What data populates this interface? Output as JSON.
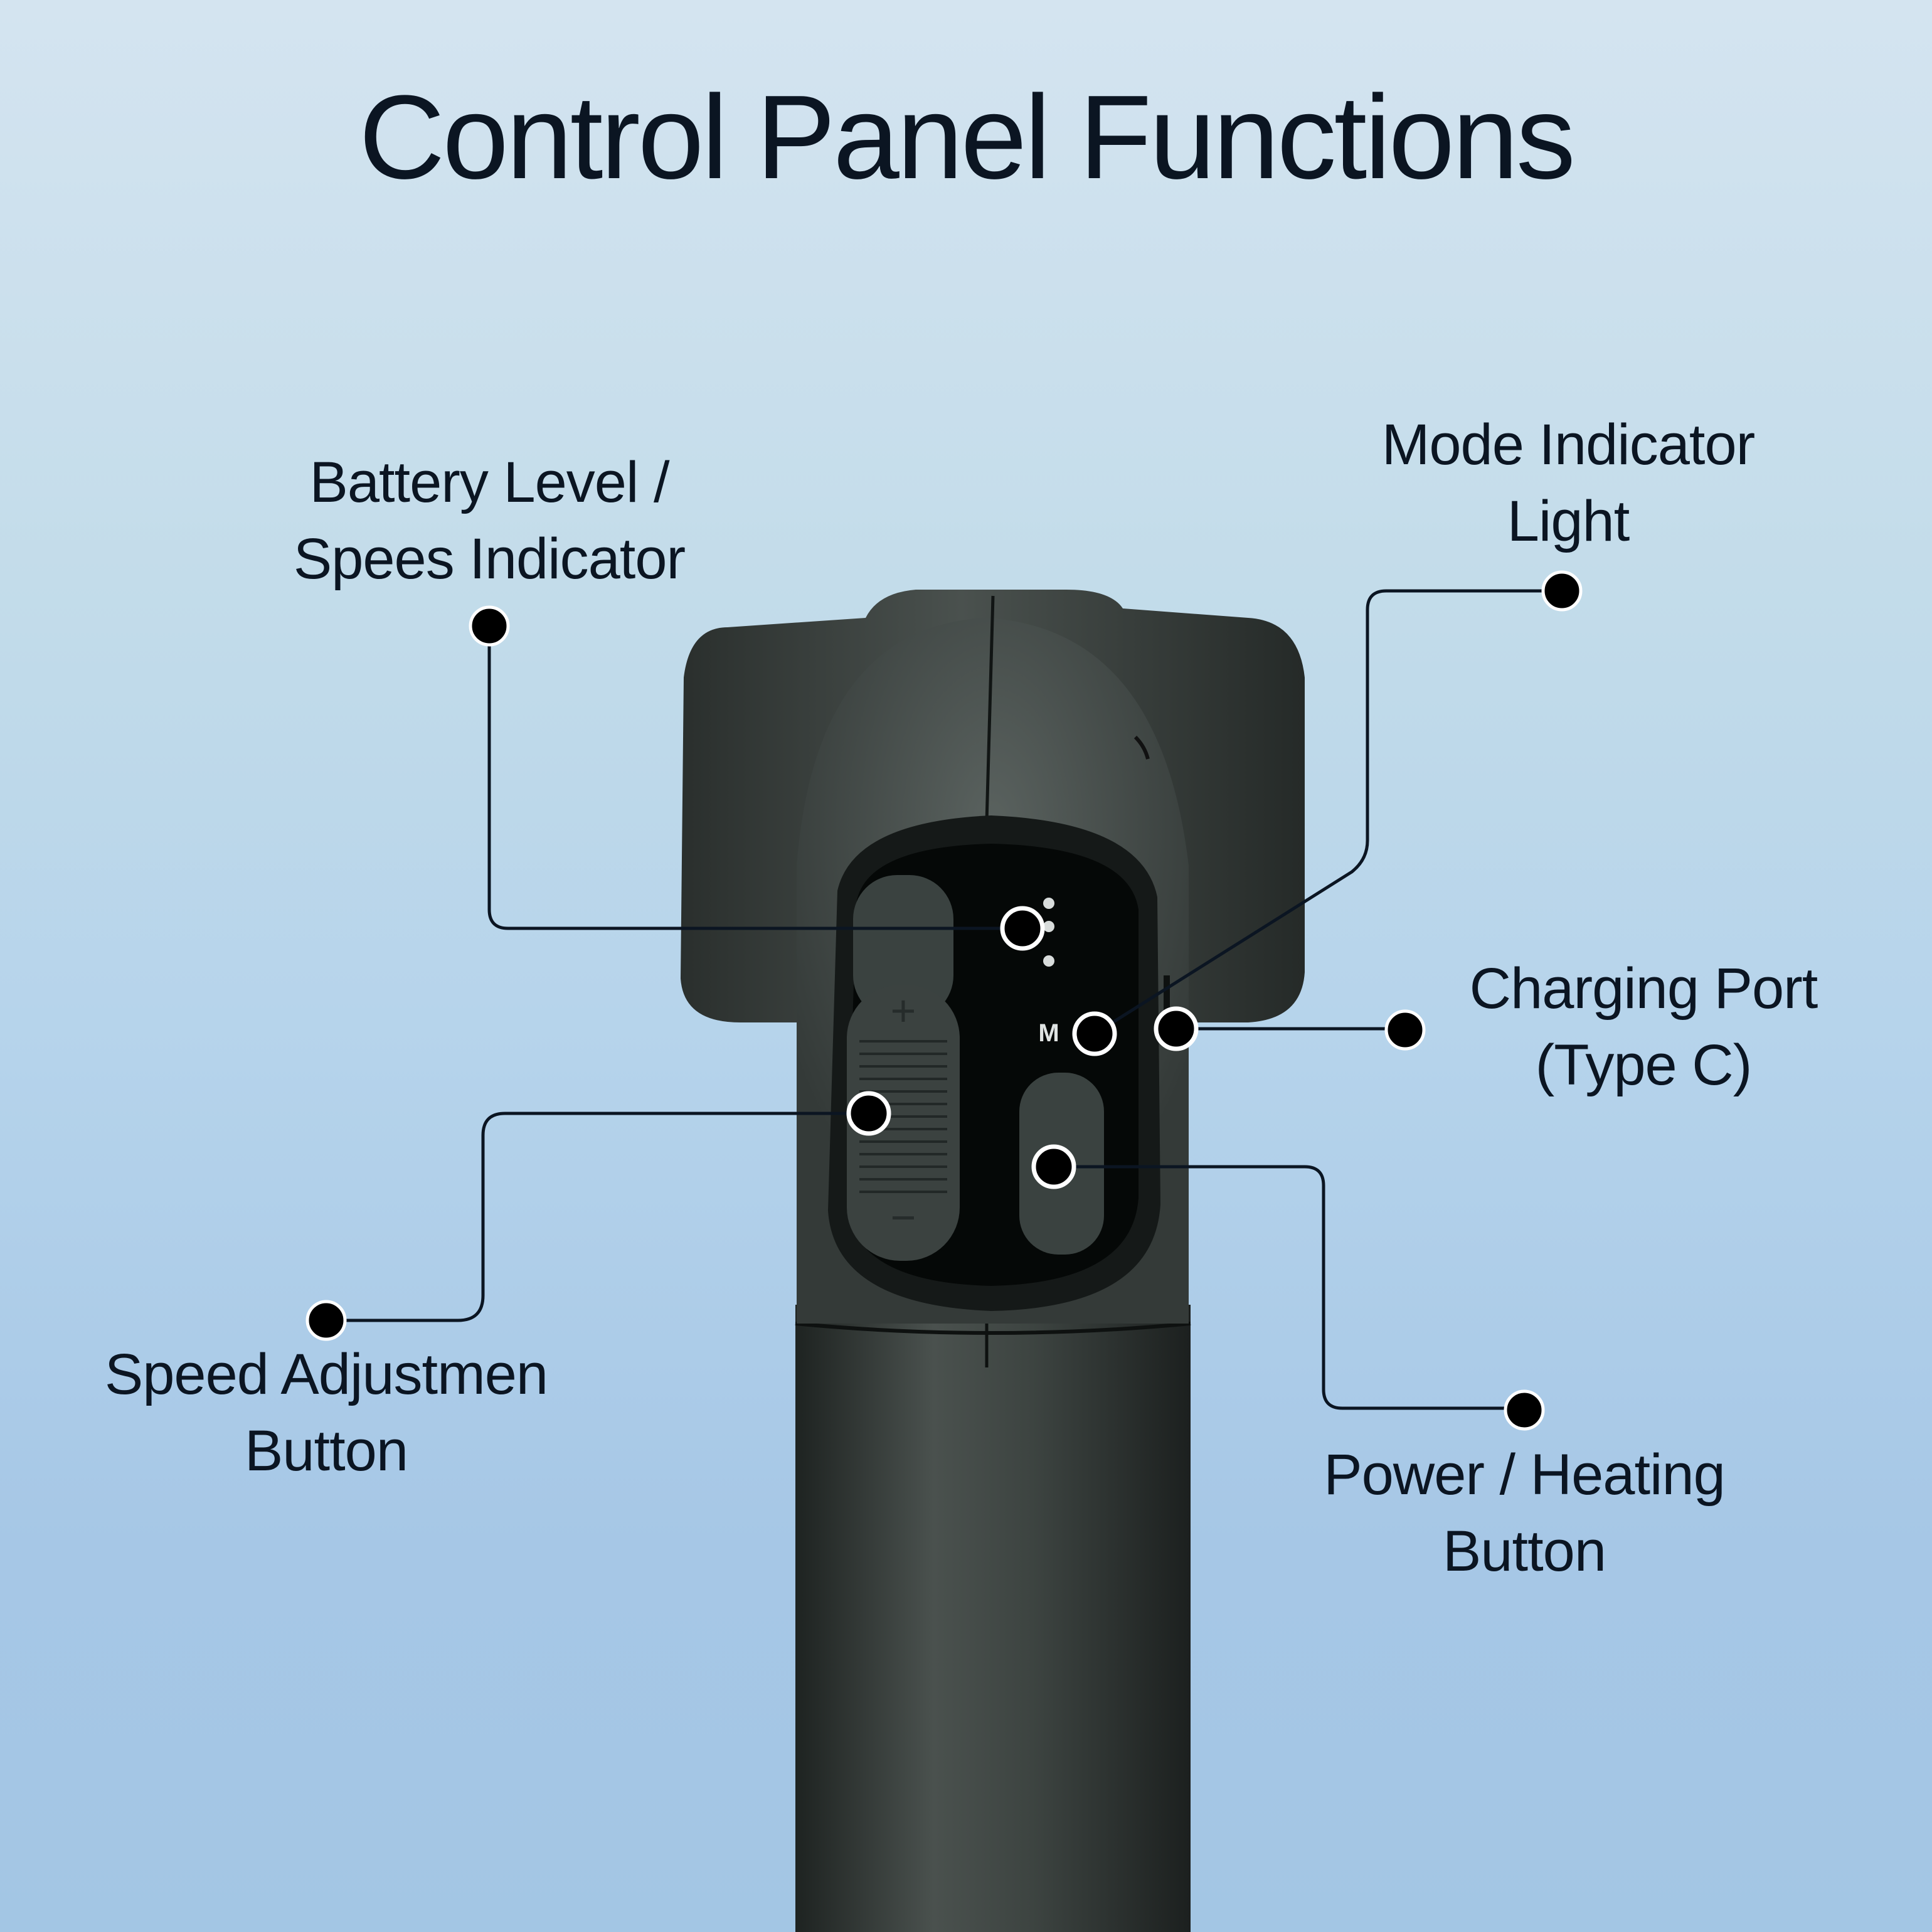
{
  "title": "Control Panel Functions",
  "colors": {
    "background_top": "#d4e4f0",
    "background_bottom": "#a3c6e4",
    "text": "#0b1522",
    "device_body": "#3a403e",
    "panel": "#050807",
    "callout_dot": "#000000",
    "callout_ring": "#ffffff"
  },
  "callouts": [
    {
      "id": "battery",
      "lines": [
        "Battery Level /",
        "Spees Indicator"
      ]
    },
    {
      "id": "mode",
      "lines": [
        "Mode Indicator",
        "Light"
      ]
    },
    {
      "id": "charging",
      "lines": [
        "Charging Port",
        "(Type C)"
      ]
    },
    {
      "id": "speed",
      "lines": [
        "Speed Adjustmen",
        "Button"
      ]
    },
    {
      "id": "power",
      "lines": [
        "Power / Heating",
        "Button"
      ]
    }
  ],
  "device": {
    "mode_key_label": "M",
    "plus_symbol": "+",
    "minus_symbol": "−"
  }
}
